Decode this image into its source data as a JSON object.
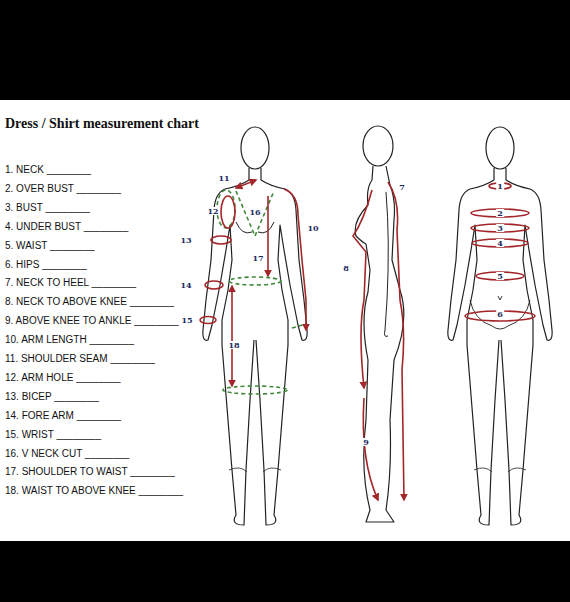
{
  "diagram": {
    "title": "Dress / Shirt measurement chart",
    "labels": [
      "1. NECK ________",
      "2. OVER BUST ________",
      "3. BUST ________",
      "4. UNDER BUST ________",
      "5. WAIST ________",
      "6. HIPS ________",
      "7. NECK TO HEEL ________",
      "8. NECK TO ABOVE KNEE ________",
      "9. ABOVE KNEE TO ANKLE ________",
      "10. ARM LENGTH ________",
      "11. SHOULDER SEAM ________",
      "12. ARM HOLE ________",
      "13. BICEP ________",
      "14. FORE ARM ________",
      "15. WRIST ________",
      "16. V NECK CUT ________",
      "17. SHOULDER TO WAIST ________",
      "18. WAIST TO ABOVE KNEE ________",
      "11",
      "16",
      "12",
      "10",
      "13",
      "17",
      "14",
      "15",
      "18",
      "7",
      "8",
      "9",
      "1",
      "2",
      "3",
      "4",
      "5",
      "6"
    ]
  }
}
